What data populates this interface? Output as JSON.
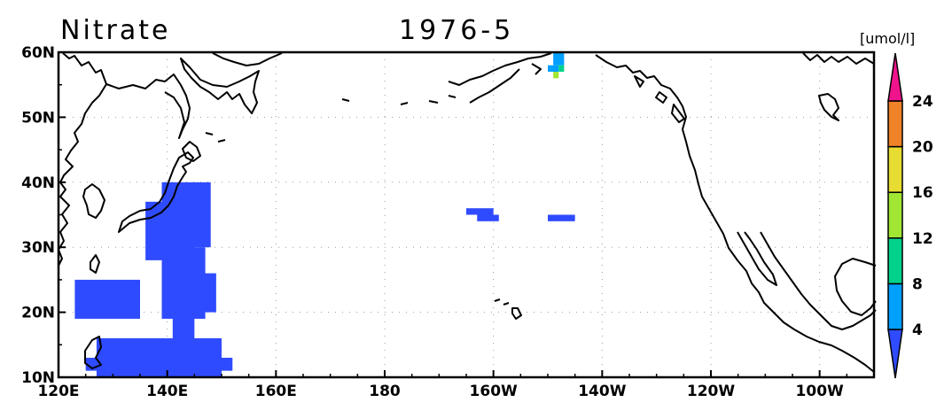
{
  "title": "Nitrate",
  "date_label": "1976-5",
  "unit_label": "[umol/l]",
  "colors": {
    "background": "#ffffff",
    "frame": "#000000",
    "coast": "#000000",
    "grid": "#9a9a9a",
    "data_blue": "#2f4bff"
  },
  "chart_data": {
    "type": "heatmap",
    "title": "Nitrate",
    "subtitle": "1976-5",
    "xlim": [
      120,
      270
    ],
    "ylim": [
      10,
      60
    ],
    "xlabel": "",
    "ylabel": "",
    "grid": true,
    "x_ticks": [
      {
        "value": 120,
        "label": "120E"
      },
      {
        "value": 140,
        "label": "140E"
      },
      {
        "value": 160,
        "label": "160E"
      },
      {
        "value": 180,
        "label": "180"
      },
      {
        "value": 200,
        "label": "160W"
      },
      {
        "value": 220,
        "label": "140W"
      },
      {
        "value": 240,
        "label": "120W"
      },
      {
        "value": 260,
        "label": "100W"
      }
    ],
    "y_ticks": [
      {
        "value": 10,
        "label": "10N"
      },
      {
        "value": 20,
        "label": "20N"
      },
      {
        "value": 30,
        "label": "30N"
      },
      {
        "value": 40,
        "label": "40N"
      },
      {
        "value": 50,
        "label": "50N"
      },
      {
        "value": 60,
        "label": "60N"
      }
    ],
    "colorbar": {
      "unit": "[umol/l]",
      "labels": [
        "4",
        "8",
        "12",
        "16",
        "20",
        "24"
      ],
      "bins": [
        {
          "range": "<4",
          "color": "#2f4bff"
        },
        {
          "range": "4-8",
          "color": "#00a0ff"
        },
        {
          "range": "8-12",
          "color": "#00d28c"
        },
        {
          "range": "12-16",
          "color": "#a0e632"
        },
        {
          "range": "16-20",
          "color": "#e6dc32"
        },
        {
          "range": "20-24",
          "color": "#f08228"
        },
        {
          "range": ">24",
          "color": "#f0148c"
        }
      ]
    },
    "regions": [
      {
        "level": "<4",
        "lon_min": 123,
        "lon_max": 135,
        "lat_min": 19,
        "lat_max": 25
      },
      {
        "level": "<4",
        "lon_min": 136,
        "lon_max": 145,
        "lat_min": 28,
        "lat_max": 37
      },
      {
        "level": "<4",
        "lon_min": 139,
        "lon_max": 148,
        "lat_min": 30,
        "lat_max": 40
      },
      {
        "level": "<4",
        "lon_min": 139,
        "lon_max": 147,
        "lat_min": 19,
        "lat_max": 30
      },
      {
        "level": "<4",
        "lon_min": 141,
        "lon_max": 149,
        "lat_min": 20,
        "lat_max": 26
      },
      {
        "level": "<4",
        "lon_min": 141,
        "lon_max": 145,
        "lat_min": 15,
        "lat_max": 20
      },
      {
        "level": "<4",
        "lon_min": 127,
        "lon_max": 150,
        "lat_min": 10,
        "lat_max": 16
      },
      {
        "level": "<4",
        "lon_min": 125,
        "lon_max": 152,
        "lat_min": 11,
        "lat_max": 13
      },
      {
        "level": "<4",
        "lon_min": 137,
        "lon_max": 141,
        "lat_min": 32,
        "lat_max": 35
      },
      {
        "level": "<4",
        "lon_min": 137,
        "lon_max": 140,
        "lat_min": 29,
        "lat_max": 32
      },
      {
        "level": "<4",
        "lon_min": 143,
        "lon_max": 147,
        "lat_min": 20,
        "lat_max": 23
      },
      {
        "level": "<4",
        "lon_min": 134,
        "lon_max": 135,
        "lat_min": 22,
        "lat_max": 24
      },
      {
        "level": "<4",
        "lon_min": 195,
        "lon_max": 200,
        "lat_min": 35,
        "lat_max": 36
      },
      {
        "level": "<4",
        "lon_min": 197,
        "lon_max": 201,
        "lat_min": 34,
        "lat_max": 35
      },
      {
        "level": "<4",
        "lon_min": 210,
        "lon_max": 215,
        "lat_min": 34,
        "lat_max": 35
      },
      {
        "level": "4-8",
        "lon_min": 211,
        "lon_max": 213,
        "lat_min": 58,
        "lat_max": 60
      },
      {
        "level": "4-8",
        "lon_min": 210,
        "lon_max": 212,
        "lat_min": 57,
        "lat_max": 58
      },
      {
        "level": "8-12",
        "lon_min": 212,
        "lon_max": 213,
        "lat_min": 57,
        "lat_max": 58
      },
      {
        "level": "12-16",
        "lon_min": 211,
        "lon_max": 212,
        "lat_min": 56,
        "lat_max": 57
      }
    ]
  }
}
